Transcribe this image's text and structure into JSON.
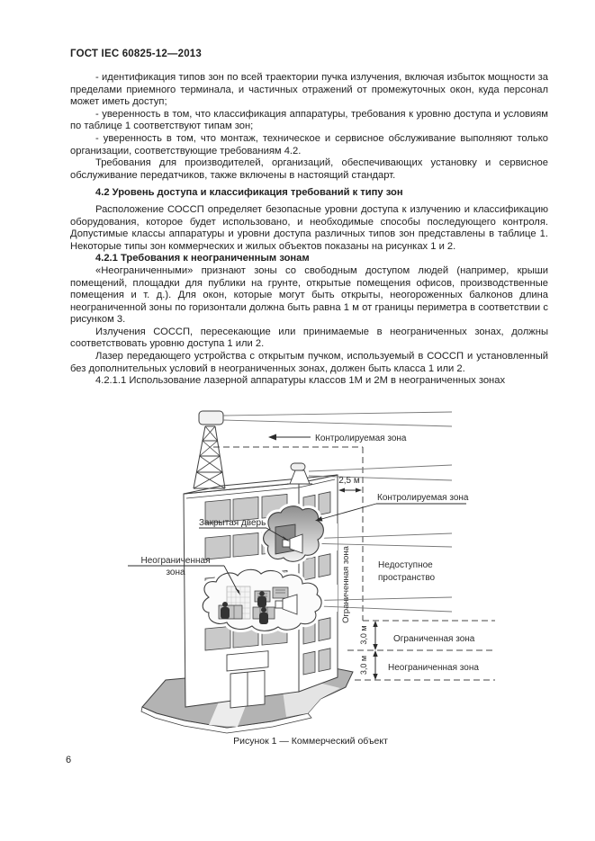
{
  "page": {
    "header": "ГОСТ IEC 60825-12—2013",
    "page_number": "6"
  },
  "content": {
    "paragraphs": [
      {
        "style": "body",
        "text": "- идентификация типов зон по всей траектории пучка излучения, включая избыток мощности за пределами приемного терминала, и частичных отражений от промежуточных окон, куда персонал может иметь доступ;"
      },
      {
        "style": "body",
        "text": "- уверенность в том, что классификация аппаратуры, требования к уровню доступа и условиям по таблице 1 соответствуют типам зон;"
      },
      {
        "style": "body",
        "text": "- уверенность в том, что монтаж, техническое и сервисное обслуживание выполняют только организации, соответствующие требованиям 4.2."
      },
      {
        "style": "body",
        "text": "Требования для производителей, организаций, обеспечивающих установку и сервисное обслуживание передатчиков, также включены в настоящий стандарт."
      },
      {
        "style": "heading1",
        "text": "4.2 Уровень доступа и классификация требований к типу зон"
      },
      {
        "style": "body",
        "text": "Расположение СОССП определяет безопасные уровни доступа к излучению и классификацию оборудования, которое будет использовано, и необходимые способы последующего контроля. Допустимые классы аппаратуры и уровни доступа различных типов зон представлены в таблице 1. Некоторые типы зон коммерческих и жилых объектов показаны на рисунках 1 и 2."
      },
      {
        "style": "heading2",
        "text": "4.2.1 Требования к неограниченным зонам"
      },
      {
        "style": "body",
        "text": "«Неограниченными» признают зоны со свободным доступом людей (например, крыши помещений, площадки для публики на грунте, открытые помещения офисов, производственные помещения и т. д.). Для окон, которые могут быть открыты, неогороженных балконов длина неограниченной зоны по горизонтали должна быть равна 1 м от границы периметра в соответствии с рисунком 3."
      },
      {
        "style": "body",
        "text": "Излучения СОССП, пересекающие или принимаемые в неограниченных зонах, должны соответствовать уровню доступа 1 или 2."
      },
      {
        "style": "body",
        "text": "Лазер передающего устройства с открытым пучком, используемый в СОССП и установленный без дополнительных условий в неограниченных зонах, должен быть класса 1 или 2."
      },
      {
        "style": "body",
        "text": "4.2.1.1 Использование лазерной аппаратуры классов 1М и 2М в неограниченных зонах"
      }
    ]
  },
  "figure": {
    "caption": "Рисунок 1 — Коммерческий объект",
    "labels": {
      "controlled_zone_arrow": "Контролируемая зона",
      "dim_roof": "2,5 м",
      "controlled_zone_callout": "Контролируемая зона",
      "closed_door": "Закрытая дверь",
      "unrestricted_left_line1": "Неограниченная",
      "unrestricted_left_line2": "зона",
      "restricted_vertical": "Ограниченная зона",
      "inaccessible_line1": "Недоступное",
      "inaccessible_line2": "пространство",
      "dim_v1": "3,0 м",
      "dim_v2": "3,0 м",
      "restricted_band": "Ограниченная зона",
      "unrestricted_band": "Неограниченная зона"
    },
    "colors": {
      "line": "#3f3f3f",
      "window_fill": "#c9c9c9",
      "ground_fill": "#b3b3b3"
    }
  }
}
